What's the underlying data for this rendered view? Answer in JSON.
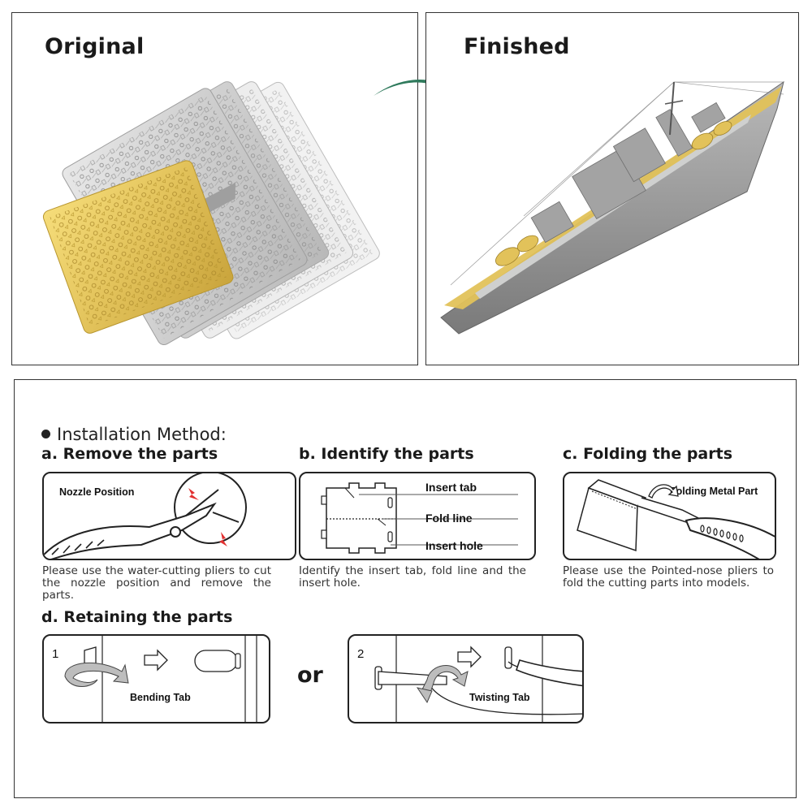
{
  "top": {
    "original_title": "Original",
    "finished_title": "Finished"
  },
  "install": {
    "heading": "Installation Method:",
    "steps": {
      "a": {
        "title": "a. Remove the parts",
        "label_nozzle": "Nozzle Position",
        "description": "Please use the water-cutting pliers to cut the nozzle position and remove the parts."
      },
      "b": {
        "title": "b. Identify the parts",
        "label_insert_tab": "Insert tab",
        "label_fold_line": "Fold line",
        "label_insert_hole": "Insert hole",
        "description": "Identify the insert tab, fold line and the insert hole."
      },
      "c": {
        "title": "c. Folding the parts",
        "label_folding": "Folding Metal Part",
        "description": "Please use the Pointed-nose pliers to fold the cutting parts into models."
      },
      "d": {
        "title": "d. Retaining the parts",
        "option1_number": "1",
        "option1_label": "Bending Tab",
        "or_label": "or",
        "option2_number": "2",
        "option2_label": "Twisting Tab"
      }
    }
  },
  "colors": {
    "arrow_green": "#2f7a5c",
    "gold": "#e2c25a",
    "silver": "#c8c8c8",
    "red_mark": "#e23030"
  },
  "icons": [
    "curved-arrow-icon",
    "pliers-icon",
    "right-arrow-icon",
    "rotate-arrow-icon"
  ]
}
